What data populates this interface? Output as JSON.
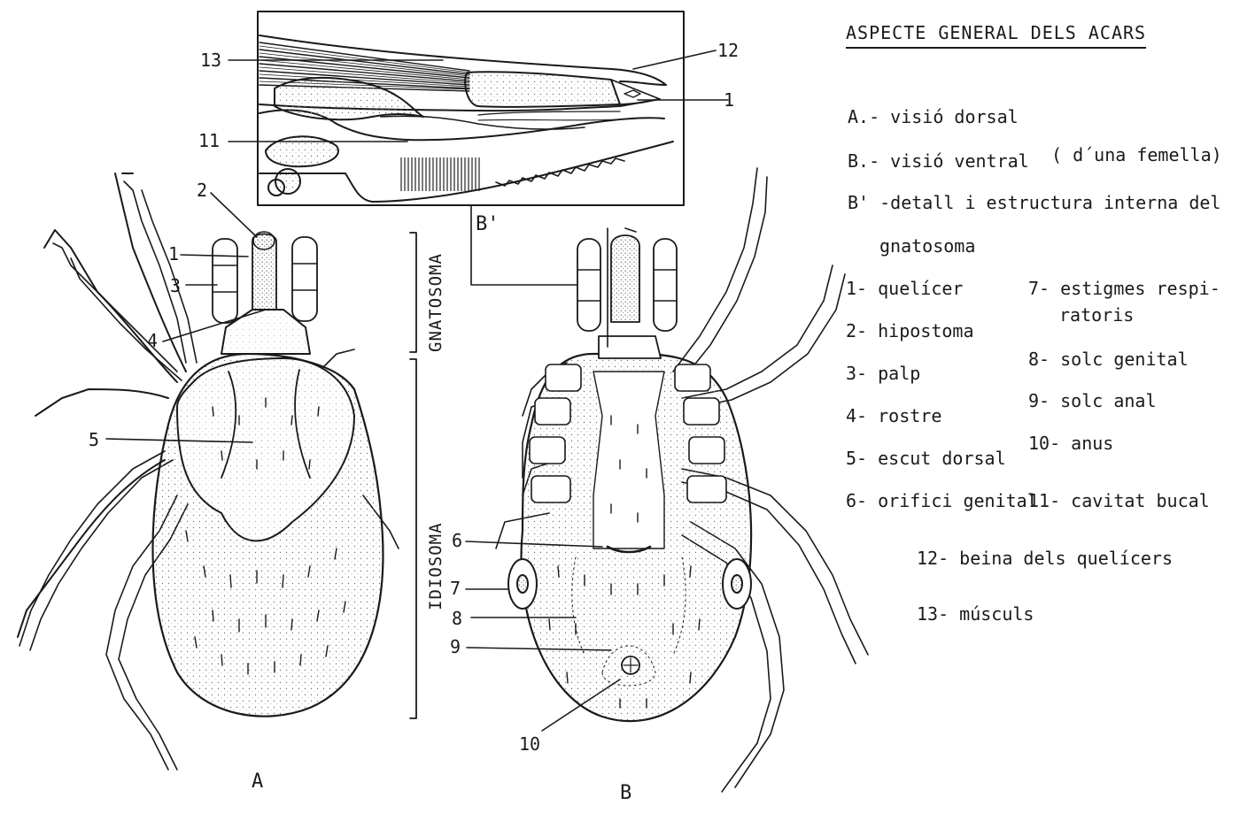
{
  "title": "ASPECTE GENERAL DELS ACARS",
  "views": [
    {
      "key": "A",
      "text": "A.- visió dorsal"
    },
    {
      "key": "B",
      "text": "B.- visió ventral"
    },
    {
      "key": "B2",
      "text": "B' -detall i estructura interna del"
    },
    {
      "key": "B2b",
      "text": "gnatosoma"
    }
  ],
  "female_note": "( d´una femella)",
  "parts": [
    {
      "n": "1",
      "text": "1- quelícer"
    },
    {
      "n": "2",
      "text": "2- hipostoma"
    },
    {
      "n": "3",
      "text": "3- palp"
    },
    {
      "n": "4",
      "text": "4- rostre"
    },
    {
      "n": "5",
      "text": "5- escut dorsal"
    },
    {
      "n": "6",
      "text": "6- orifici genital"
    },
    {
      "n": "7",
      "text": "7- estigmes respi-"
    },
    {
      "n": "7b",
      "text": "ratoris"
    },
    {
      "n": "8",
      "text": "8- solc genital"
    },
    {
      "n": "9",
      "text": "9- solc anal"
    },
    {
      "n": "10",
      "text": "10- anus"
    },
    {
      "n": "11",
      "text": "11- cavitat bucal"
    },
    {
      "n": "12",
      "text": "12- beina dels quelícers"
    },
    {
      "n": "13",
      "text": "13- músculs"
    }
  ],
  "section_labels": {
    "gnatosoma": "GNATOSOMA",
    "idiosoma": "IDIOSOMA"
  },
  "figure_letters": {
    "a": "A",
    "b": "B",
    "b_prime": "B'"
  },
  "callouts": {
    "n1": "1",
    "n2": "2",
    "n3": "3",
    "n4": "4",
    "n5": "5",
    "n6": "6",
    "n7": "7",
    "n8": "8",
    "n9": "9",
    "n10": "10",
    "n11": "11",
    "n12": "12",
    "n13": "13"
  },
  "colors": {
    "ink": "#1a1a1a",
    "paper": "#ffffff",
    "stipple": "#8a8a8a"
  }
}
